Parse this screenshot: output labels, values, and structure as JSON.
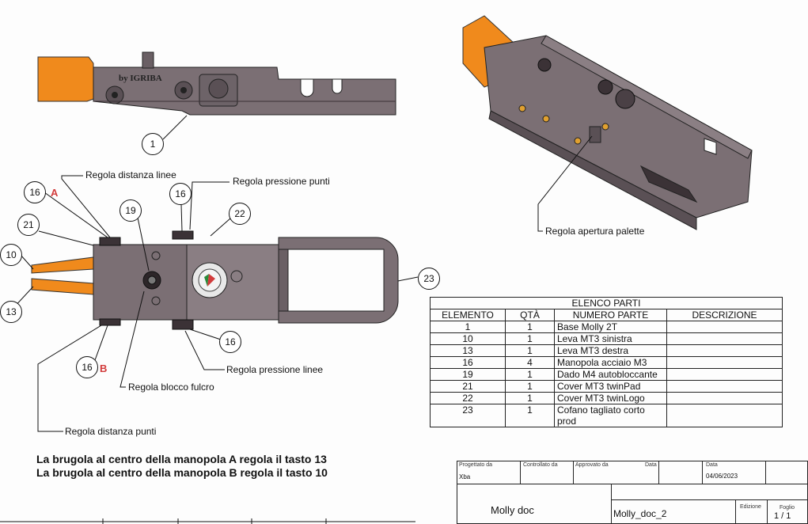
{
  "brand": "by IGRIBA",
  "callouts": {
    "top_view_item": "1",
    "left_16": "16",
    "right_16": "16",
    "item_19": "19",
    "item_22": "22",
    "item_21": "21",
    "item_10": "10",
    "item_13": "13",
    "item_23": "23",
    "bottom_16_b": "16",
    "bottom_16": "16"
  },
  "markers": {
    "a": "A",
    "b": "B"
  },
  "labels": {
    "distanza_linee": "Regola distanza linee",
    "pressione_punti": "Regola pressione punti",
    "pressione_linee": "Regola pressione linee",
    "blocco_fulcro": "Regola blocco fulcro",
    "distanza_punti": "Regola distanza punti",
    "apertura_palette": "Regola apertura palette"
  },
  "notes": [
    "La brugola al centro della manopola A regola il tasto 13",
    "La brugola al centro della manopola B regola il tasto 10"
  ],
  "parts_list": {
    "title": "ELENCO PARTI",
    "headers": [
      "ELEMENTO",
      "QTÀ",
      "NUMERO PARTE",
      "DESCRIZIONE"
    ],
    "rows": [
      [
        "1",
        "1",
        "Base Molly 2T",
        ""
      ],
      [
        "10",
        "1",
        "Leva MT3  sinistra",
        ""
      ],
      [
        "13",
        "1",
        "Leva MT3  destra",
        ""
      ],
      [
        "16",
        "4",
        "Manopola acciaio M3",
        ""
      ],
      [
        "19",
        "1",
        "Dado M4 autobloccante",
        ""
      ],
      [
        "21",
        "1",
        "Cover MT3 twinPad",
        ""
      ],
      [
        "22",
        "1",
        "Cover MT3 twinLogo",
        ""
      ],
      [
        "23",
        "1",
        "Cofano tagliato corto prod",
        ""
      ]
    ]
  },
  "title_block": {
    "progettato_label": "Progettato da",
    "progettato_value": "Xba",
    "controllato_label": "Controllato da",
    "approvato_label": "Approvato da",
    "data_label_1": "Data",
    "data_label_2": "Data",
    "data_value": "04/06/2023",
    "doc_title": "Molly doc",
    "doc_number": "Molly_doc_2",
    "edizione_label": "Edizione",
    "foglio_label": "Foglio",
    "foglio_value": "1 / 1"
  },
  "colors": {
    "body": "#7b6f74",
    "body_dark": "#5a5055",
    "lever": "#f08a1c",
    "marker": "#d23b3b"
  }
}
